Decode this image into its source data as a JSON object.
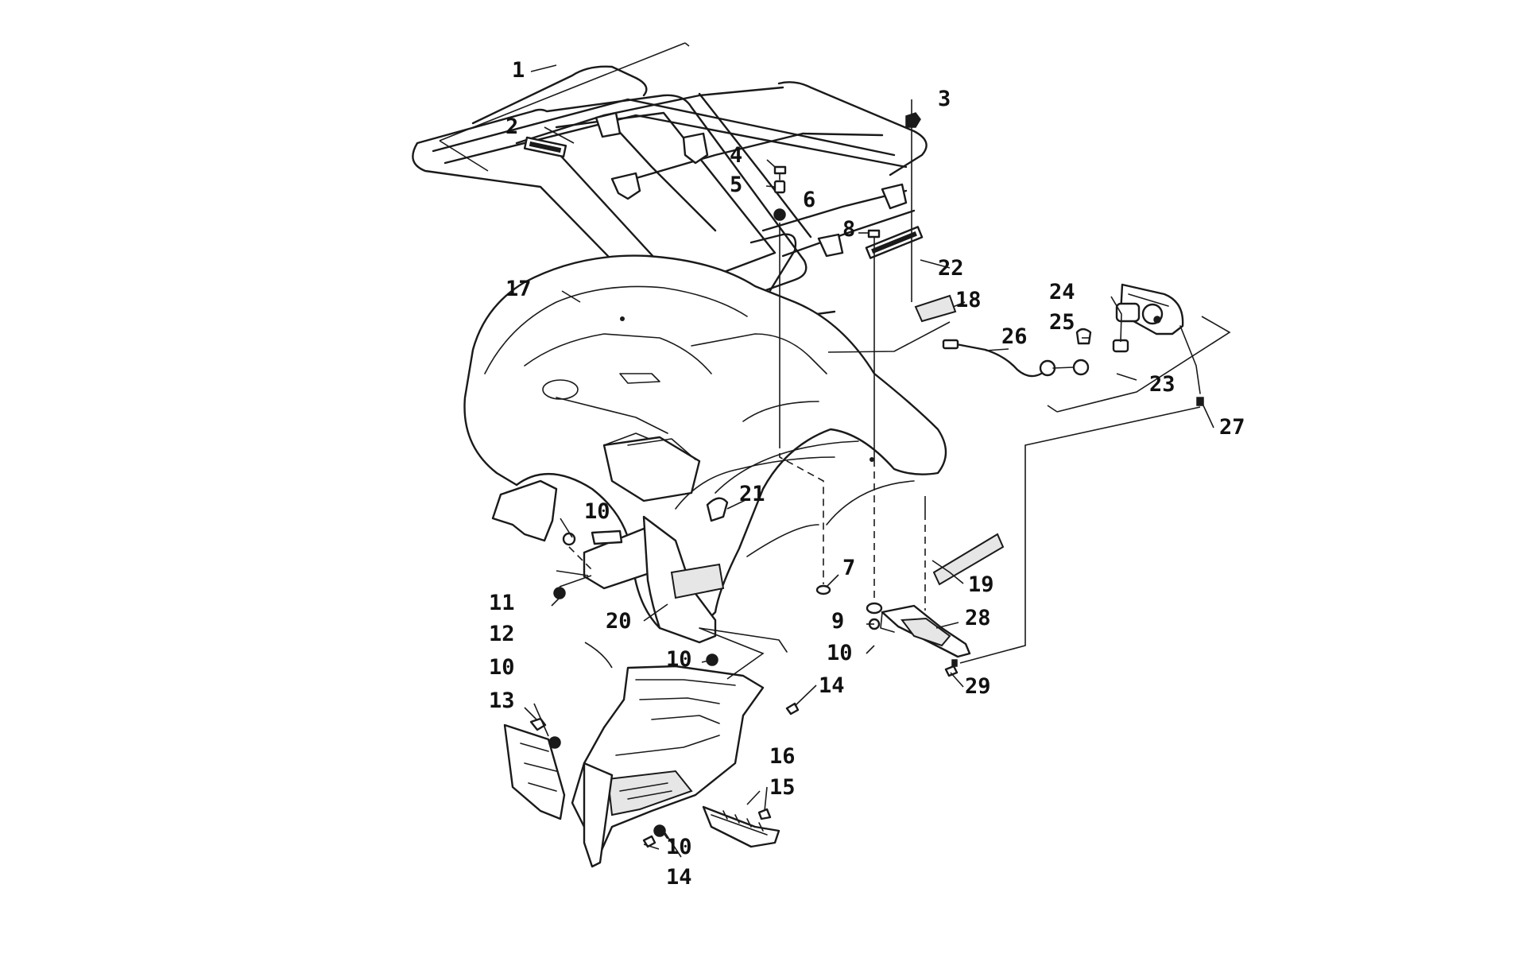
{
  "diagram": {
    "callouts": [
      {
        "label": "1"
      },
      {
        "label": "2"
      },
      {
        "label": "3"
      },
      {
        "label": "4"
      },
      {
        "label": "5"
      },
      {
        "label": "6"
      },
      {
        "label": "7"
      },
      {
        "label": "8"
      },
      {
        "label": "9"
      },
      {
        "label": "10"
      },
      {
        "label": "10"
      },
      {
        "label": "10"
      },
      {
        "label": "10"
      },
      {
        "label": "10"
      },
      {
        "label": "11"
      },
      {
        "label": "12"
      },
      {
        "label": "13"
      },
      {
        "label": "14"
      },
      {
        "label": "14"
      },
      {
        "label": "15"
      },
      {
        "label": "16"
      },
      {
        "label": "17"
      },
      {
        "label": "18"
      },
      {
        "label": "19"
      },
      {
        "label": "20"
      },
      {
        "label": "21"
      },
      {
        "label": "22"
      },
      {
        "label": "23"
      },
      {
        "label": "24"
      },
      {
        "label": "25"
      },
      {
        "label": "26"
      },
      {
        "label": "27"
      },
      {
        "label": "28"
      },
      {
        "label": "29"
      }
    ]
  }
}
